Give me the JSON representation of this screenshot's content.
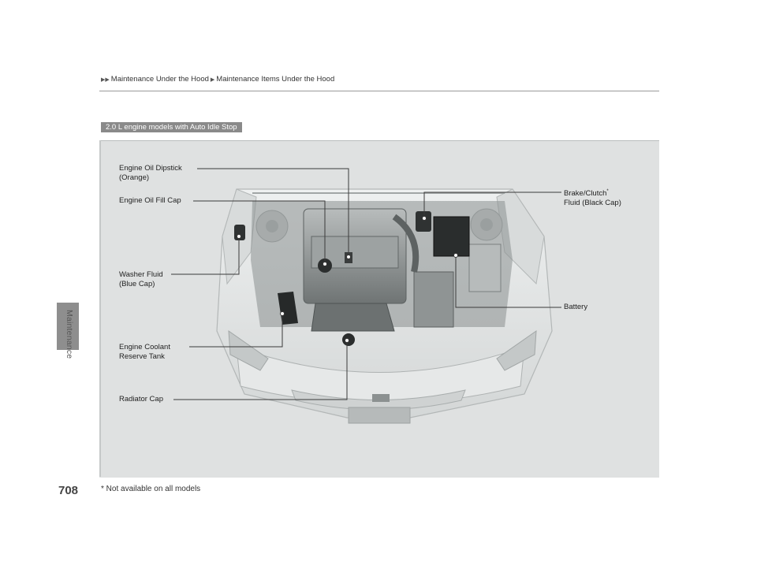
{
  "breadcrumb": [
    "Maintenance Under the Hood",
    "Maintenance Items Under the Hood"
  ],
  "model_badge": "2.0 L engine models with Auto Idle Stop",
  "labels": {
    "engine_oil_dipstick_line1": "Engine Oil Dipstick",
    "engine_oil_dipstick_line2": "(Orange)",
    "engine_oil_fill_cap": "Engine Oil Fill Cap",
    "washer_fluid_line1": "Washer Fluid",
    "washer_fluid_line2": "(Blue Cap)",
    "engine_coolant_line1": "Engine Coolant",
    "engine_coolant_line2": "Reserve Tank",
    "radiator_cap": "Radiator Cap",
    "brake_clutch_line1": "Brake/Clutch",
    "brake_clutch_asterisk": "*",
    "brake_clutch_line2": "Fluid (Black Cap)",
    "battery": "Battery"
  },
  "side_tab": "Maintenance",
  "page_number": "708",
  "footnote": "* Not available on all models"
}
